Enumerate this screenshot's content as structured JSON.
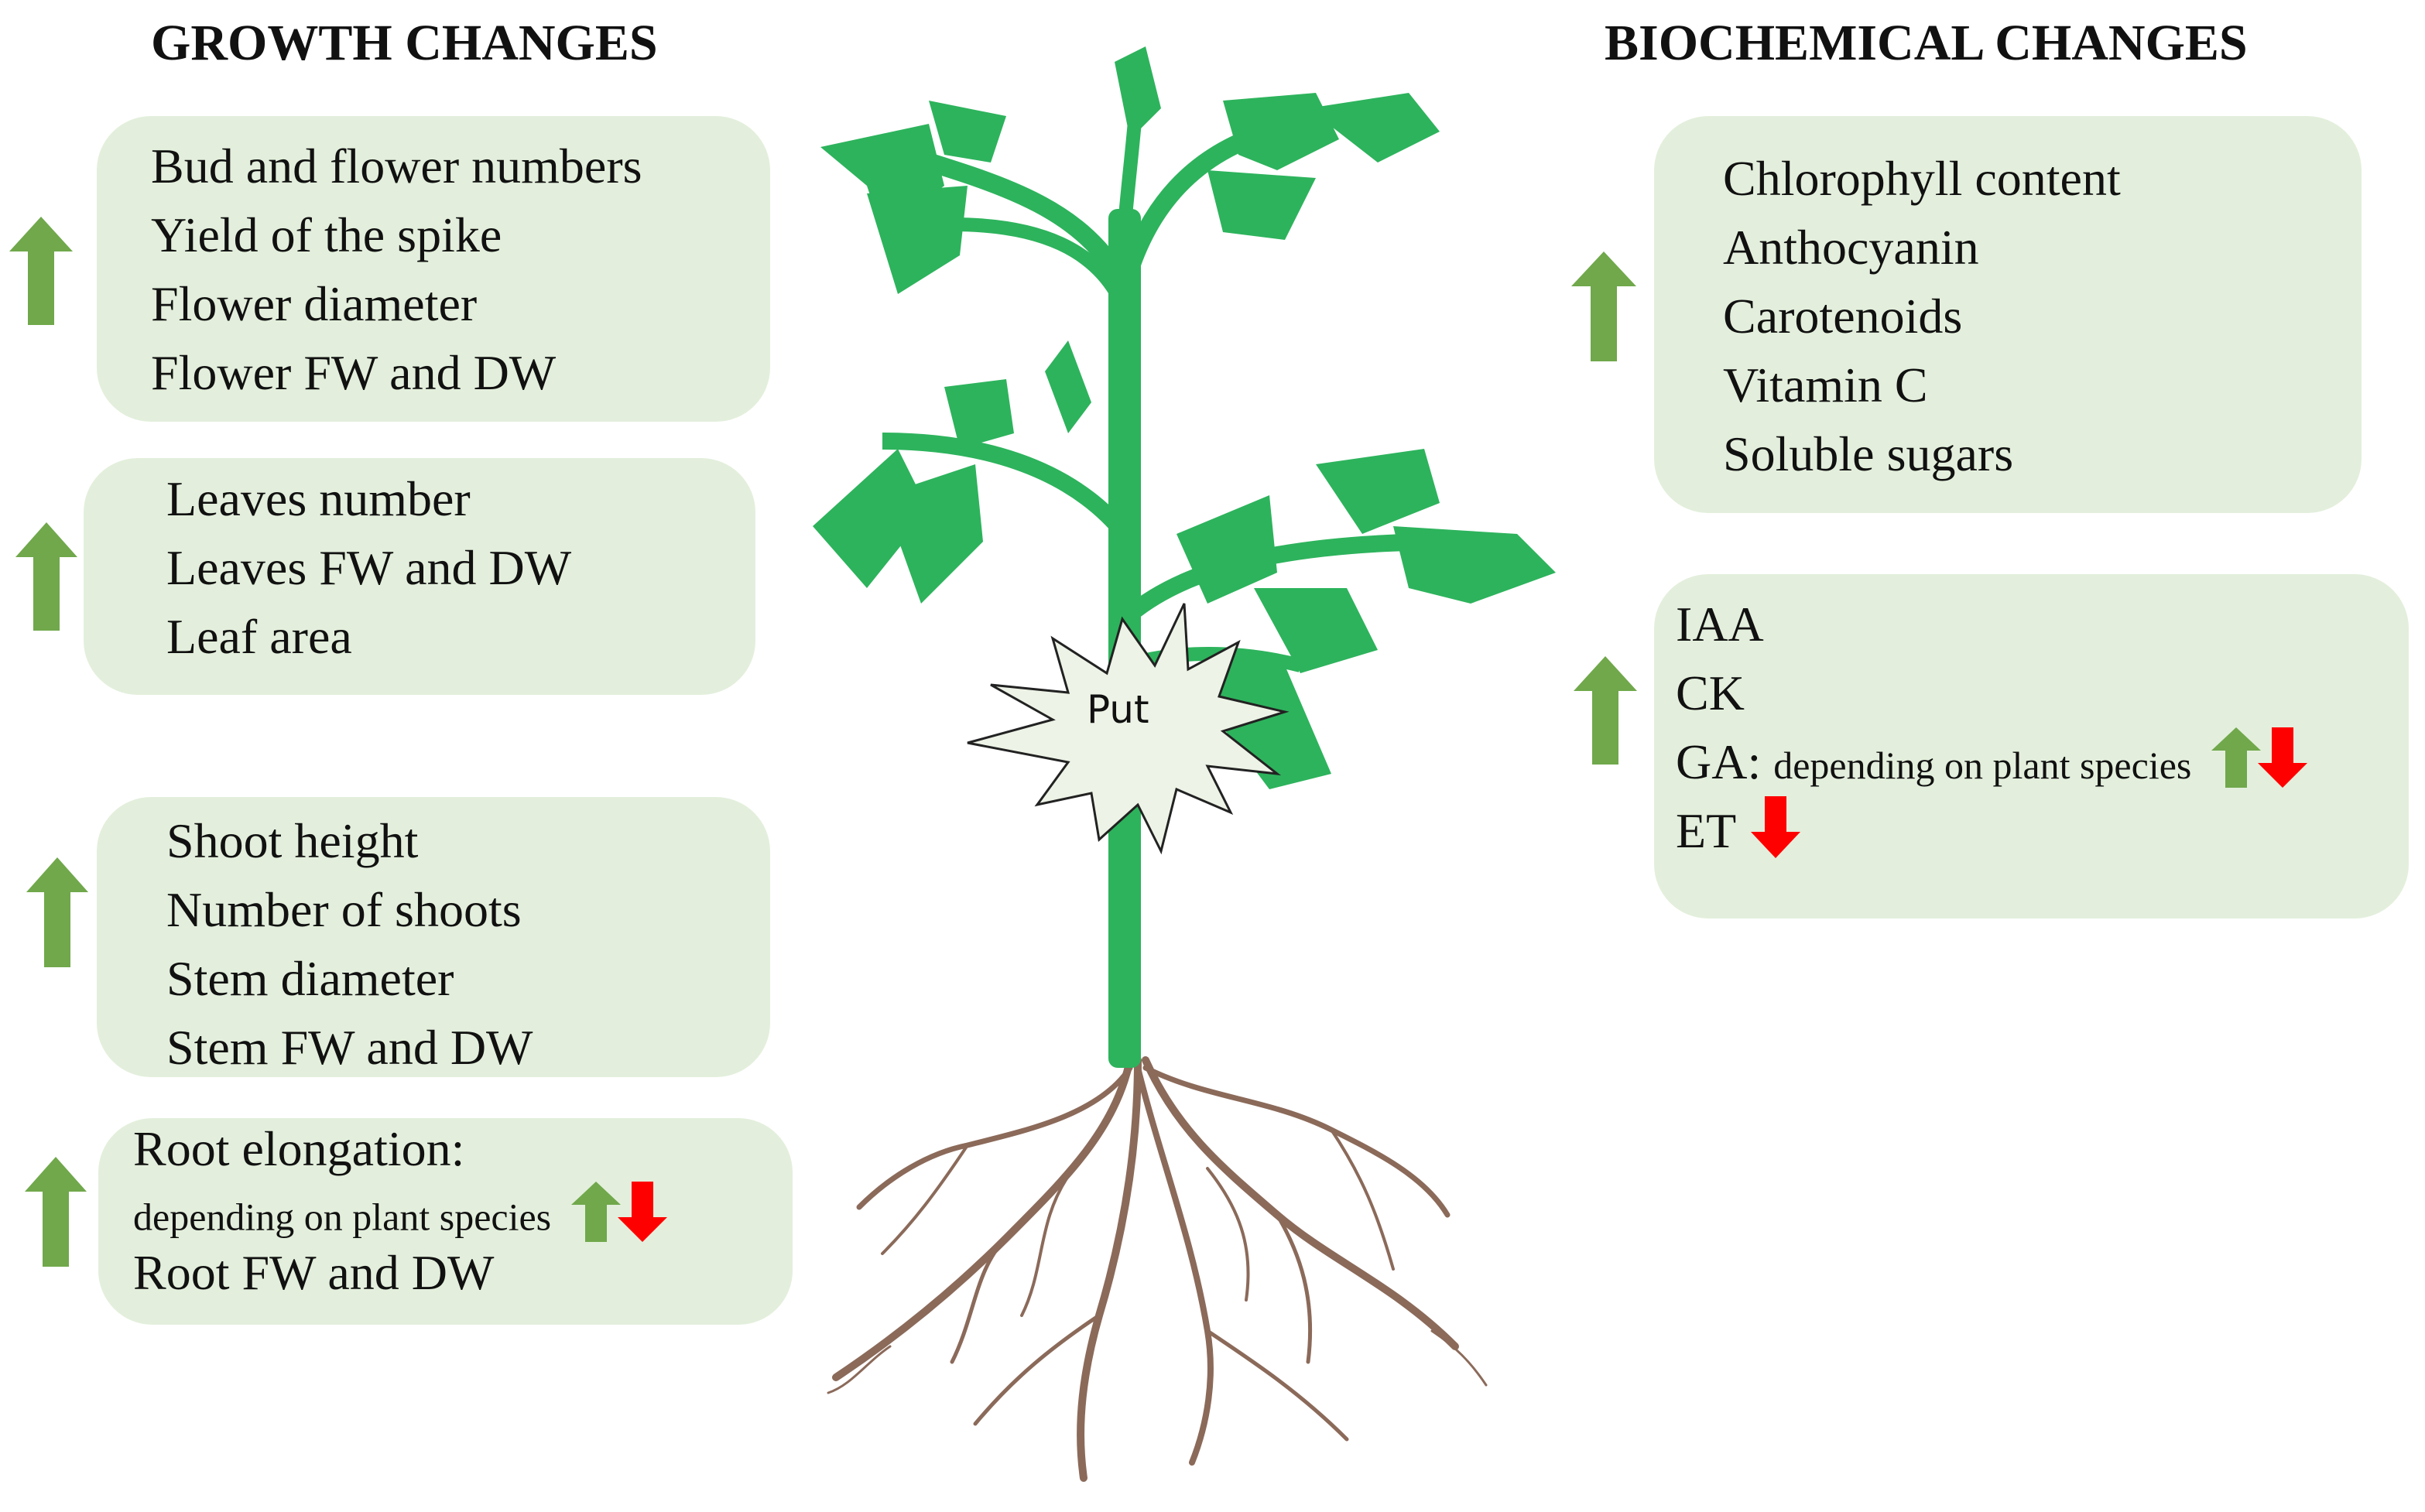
{
  "growth": {
    "heading": "GROWTH CHANGES",
    "boxes": [
      {
        "lines": [
          "Bud and flower numbers",
          "Yield of the spike",
          "Flower diameter",
          "Flower FW and DW"
        ]
      },
      {
        "lines": [
          "Leaves number",
          "Leaves FW and DW",
          "Leaf area"
        ]
      },
      {
        "lines": [
          "Shoot height",
          "Number of shoots",
          "Stem diameter",
          "Stem FW and DW"
        ]
      },
      {
        "line1": "Root elongation:",
        "line2": "depending  on plant  species",
        "line3": "Root FW and DW"
      }
    ]
  },
  "biochemical": {
    "heading": "BIOCHEMICAL CHANGES",
    "box1": {
      "lines": [
        "Chlorophyll content",
        "Anthocyanin",
        "Carotenoids",
        "Vitamin C",
        "Soluble sugars"
      ]
    },
    "box2": {
      "iaa": "IAA",
      "ck": "CK",
      "ga_label": "GA:",
      "ga_note": "depending  on  plant  species",
      "et": "ET"
    }
  },
  "center": {
    "label": "Put"
  },
  "colors": {
    "up_arrow": "#70a84b",
    "down_arrow": "#ff0000",
    "box": "#e3efdc",
    "leaf": "#2db35c",
    "root": "#8b6a5a"
  },
  "icons": {
    "increase": "up-arrow-icon",
    "decrease": "down-arrow-icon"
  }
}
